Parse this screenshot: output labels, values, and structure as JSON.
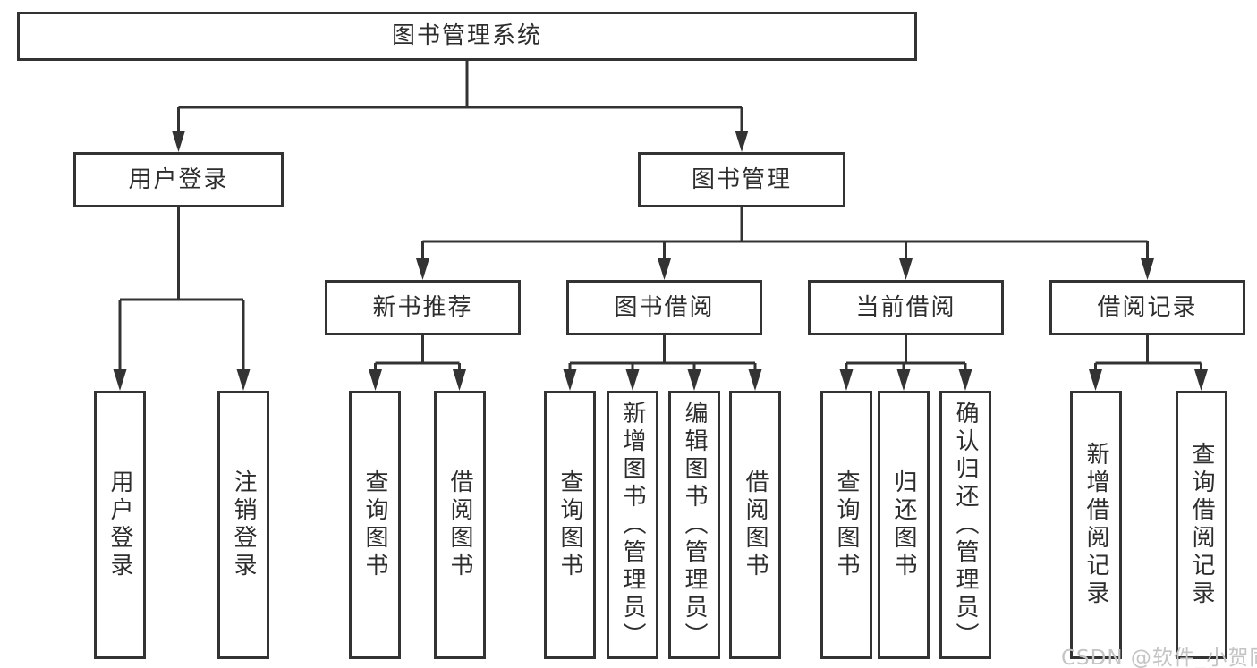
{
  "tree": {
    "root": {
      "label": "图书管理系统"
    },
    "branches": [
      {
        "label": "用户登录",
        "children": [
          {
            "label": "用户登录"
          },
          {
            "label": "注销登录"
          }
        ]
      },
      {
        "label": "图书管理",
        "groups": [
          {
            "label": "新书推荐",
            "children": [
              {
                "label": "查询图书"
              },
              {
                "label": "借阅图书"
              }
            ]
          },
          {
            "label": "图书借阅",
            "children": [
              {
                "label": "查询图书"
              },
              {
                "label": "新增图书（管理员）"
              },
              {
                "label": "编辑图书（管理员）"
              },
              {
                "label": "借阅图书"
              }
            ]
          },
          {
            "label": "当前借阅",
            "children": [
              {
                "label": "查询图书"
              },
              {
                "label": "归还图书"
              },
              {
                "label": "确认归还（管理员）"
              }
            ]
          },
          {
            "label": "借阅记录",
            "children": [
              {
                "label": "新增借阅记录"
              },
              {
                "label": "查询借阅记录"
              }
            ]
          }
        ]
      }
    ]
  },
  "watermark": {
    "text": "CSDN @软件_小贺同学"
  },
  "colors": {
    "line": "#333333",
    "text": "#2d2d2d",
    "box_background": "#ffffff",
    "page_background": "#ffffff",
    "watermark": "#c4c4c4"
  }
}
